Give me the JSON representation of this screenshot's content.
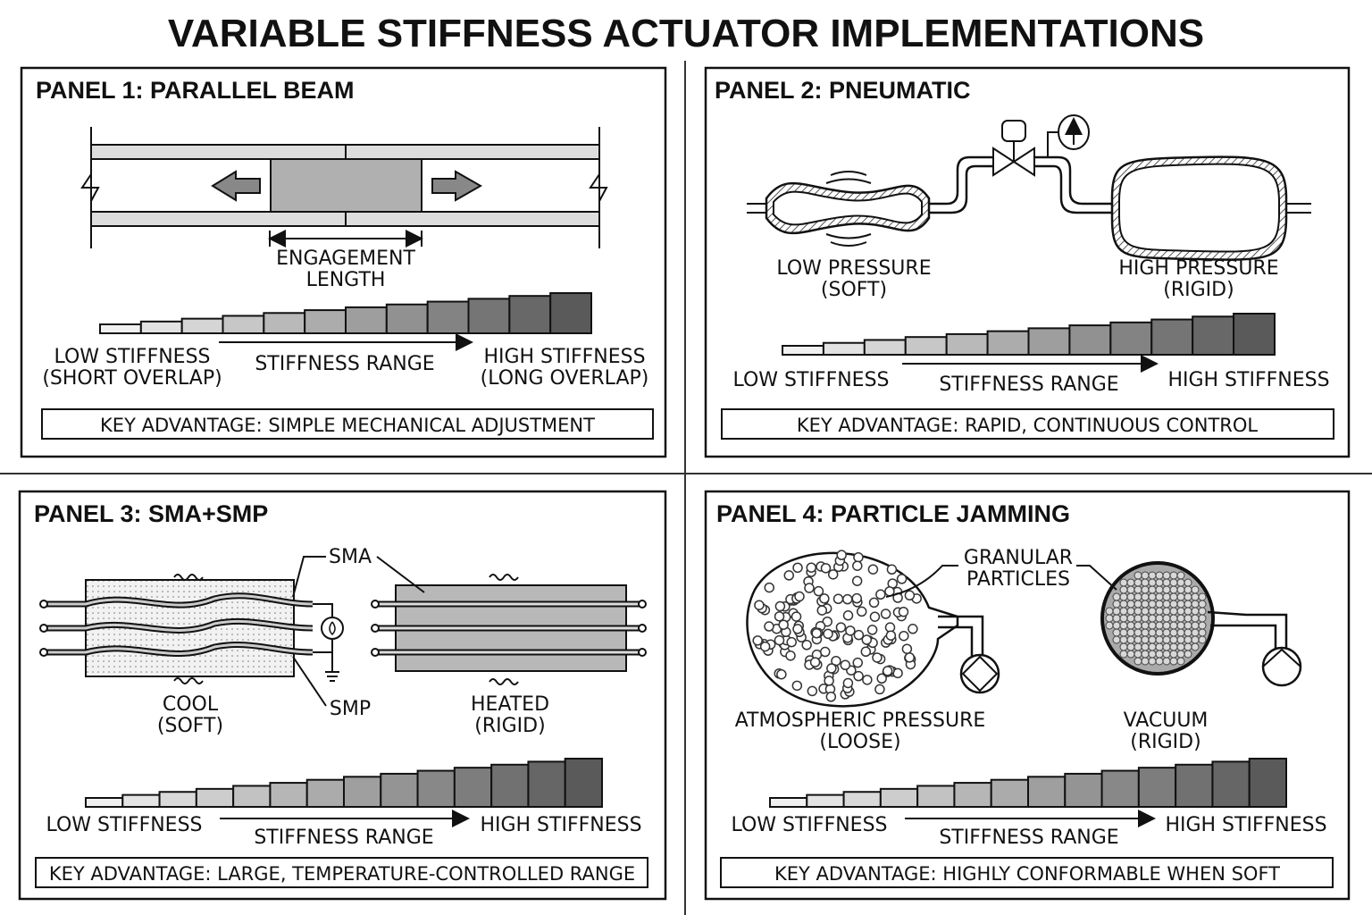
{
  "title": "VARIABLE STIFFNESS ACTUATOR IMPLEMENTATIONS",
  "panels": [
    {
      "title": "PANEL 1: PARALLEL BEAM",
      "labels": {
        "engagement_1": "ENGAGEMENT",
        "engagement_2": "LENGTH"
      },
      "low_1": "LOW STIFFNESS",
      "low_2": "(SHORT OVERLAP)",
      "range": "STIFFNESS RANGE",
      "high_1": "HIGH STIFFNESS",
      "high_2": "(LONG OVERLAP)",
      "key": "KEY ADVANTAGE: SIMPLE MECHANICAL ADJUSTMENT"
    },
    {
      "title": "PANEL 2: PNEUMATIC",
      "labels": {
        "low_1": "LOW PRESSURE",
        "low_2": "(SOFT)",
        "high_1": "HIGH PRESSURE",
        "high_2": "(RIGID)"
      },
      "low_1": "LOW STIFFNESS",
      "range": "STIFFNESS RANGE",
      "high_1": "HIGH STIFFNESS",
      "key": "KEY ADVANTAGE: RAPID, CONTINUOUS CONTROL"
    },
    {
      "title": "PANEL 3: SMA+SMP",
      "labels": {
        "sma": "SMA",
        "smp": "SMP",
        "cool_1": "COOL",
        "cool_2": "(SOFT)",
        "heated_1": "HEATED",
        "heated_2": "(RIGID)"
      },
      "low_1": "LOW STIFFNESS",
      "range": "STIFFNESS RANGE",
      "high_1": "HIGH STIFFNESS",
      "key": "KEY ADVANTAGE: LARGE, TEMPERATURE-CONTROLLED RANGE"
    },
    {
      "title": "PANEL 4: PARTICLE JAMMING",
      "labels": {
        "gran_1": "GRANULAR",
        "gran_2": "PARTICLES",
        "atm_1": "ATMOSPHERIC PRESSURE",
        "atm_2": "(LOOSE)",
        "vac_1": "VACUUM",
        "vac_2": "(RIGID)"
      },
      "low_1": "LOW STIFFNESS",
      "range": "STIFFNESS RANGE",
      "high_1": "HIGH STIFFNESS",
      "key": "KEY ADVANTAGE: HIGHLY CONFORMABLE WHEN SOFT"
    }
  ],
  "colors": {
    "ink": "#111111",
    "light_gray": "#dcdcdc",
    "mid_gray": "#a8a8a8",
    "dark_gray": "#5a5a5a"
  }
}
